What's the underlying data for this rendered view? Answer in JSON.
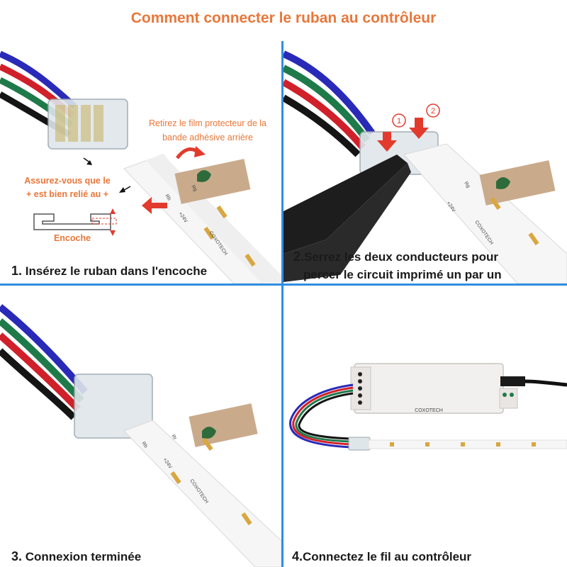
{
  "title": "Comment connecter le ruban au contrôleur",
  "colors": {
    "accent": "#e8773a",
    "divider": "#2f8ee0"
  },
  "step1": {
    "number": "1.",
    "caption": "Insérez le ruban dans l'encoche",
    "note_film": "Retirez le film protecteur de la bande adhésive arrière",
    "note_polarity": "Assurez-vous que le + est bien relié au +",
    "notch_label": "Encoche"
  },
  "step2": {
    "number": "2.",
    "caption_line1": "Serrez les deux conducteurs pour",
    "caption_line2": "percer le circuit imprimé un par un",
    "marker1": "1",
    "marker2": "2"
  },
  "step3": {
    "number": "3.",
    "caption": "Connexion terminée"
  },
  "step4": {
    "number": "4.",
    "caption": "Connectez le fil au contrôleur",
    "brand": "COXOTECH"
  },
  "strip_labels": {
    "rg": "Rg",
    "rb": "Rb",
    "rr": "Rr",
    "v24": "+24V",
    "brand": "COXOTECH"
  },
  "icons": [
    "red-arrow-icon",
    "black-arrow-icon",
    "numbered-marker-icon"
  ]
}
